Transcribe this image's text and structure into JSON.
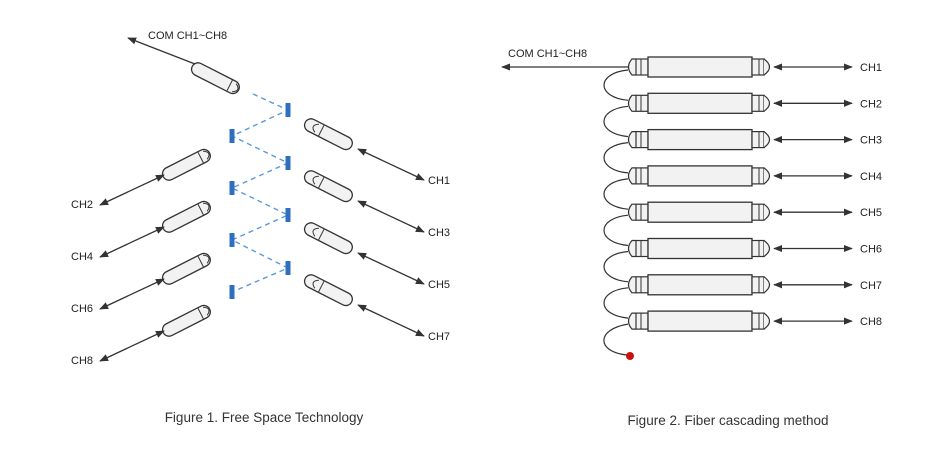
{
  "figure1": {
    "caption": "Figure 1. Free Space Technology",
    "com_label": "COM CH1~CH8",
    "right_labels": [
      "CH1",
      "CH3",
      "CH5",
      "CH7"
    ],
    "left_labels": [
      "CH2",
      "CH4",
      "CH6",
      "CH8"
    ]
  },
  "figure2": {
    "caption": "Figure 2. Fiber cascading method",
    "com_label": "COM CH1~CH8",
    "channels": [
      "CH1",
      "CH2",
      "CH3",
      "CH4",
      "CH5",
      "CH6",
      "CH7",
      "CH8"
    ]
  },
  "colors": {
    "line": "#333333",
    "filter": "#2f6fc0",
    "beam": "#5a9ad8",
    "end_dot": "#cc1111",
    "body_fill": "#f2f2f2"
  }
}
